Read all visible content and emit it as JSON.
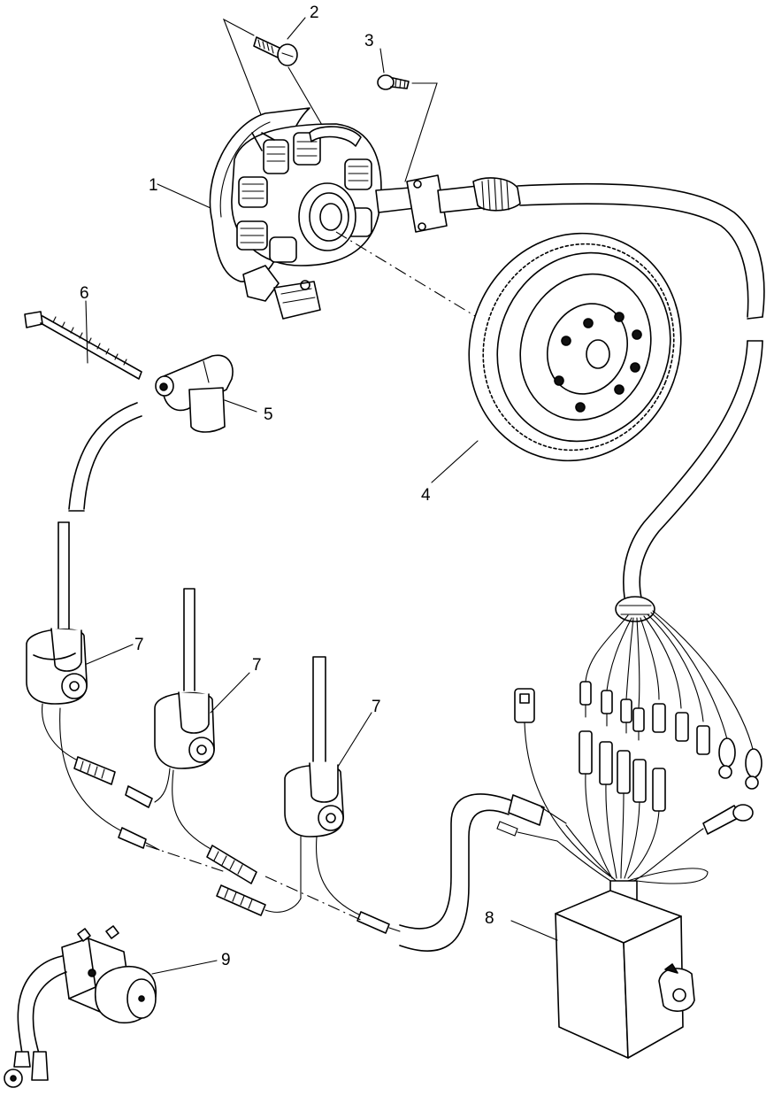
{
  "callouts": [
    {
      "id": "label-1",
      "text": "1"
    },
    {
      "id": "label-2",
      "text": "2"
    },
    {
      "id": "label-3",
      "text": "3"
    },
    {
      "id": "label-4",
      "text": "4"
    },
    {
      "id": "label-5",
      "text": "5"
    },
    {
      "id": "label-6",
      "text": "6"
    },
    {
      "id": "label-7a",
      "text": "7"
    },
    {
      "id": "label-7b",
      "text": "7"
    },
    {
      "id": "label-7c",
      "text": "7"
    },
    {
      "id": "label-8",
      "text": "8"
    },
    {
      "id": "label-9",
      "text": "9"
    }
  ]
}
